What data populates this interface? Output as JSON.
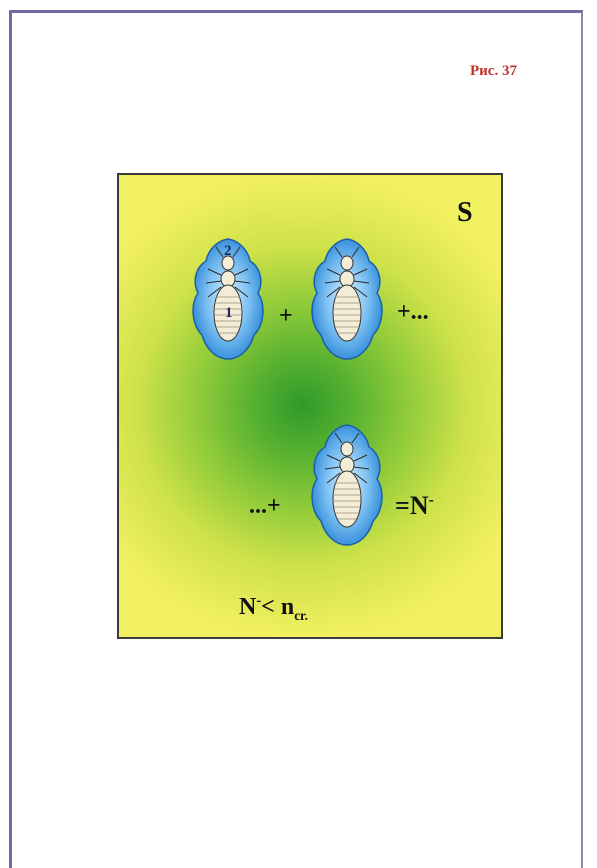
{
  "figure": {
    "label": "Рис. 37"
  },
  "diagram": {
    "set_label": "S",
    "marks": {
      "region_number": "2",
      "individual_number": "1"
    },
    "expression": {
      "plus_1": "+",
      "plus_ellipsis": "+...",
      "ellipsis_plus": "...+",
      "equals": "=N",
      "equals_sup": "-"
    },
    "condition": {
      "lhs": "N",
      "lhs_sup": "-",
      "op": "<",
      "rhs": "n",
      "rhs_sub": "cr."
    },
    "colors": {
      "field_center": "#2f9a2a",
      "field_edge": "#f1f060",
      "aura": "#4aa3e8",
      "body": "#f3ecd7"
    },
    "icons": [
      "termite-icon",
      "termite-icon",
      "termite-icon"
    ]
  }
}
